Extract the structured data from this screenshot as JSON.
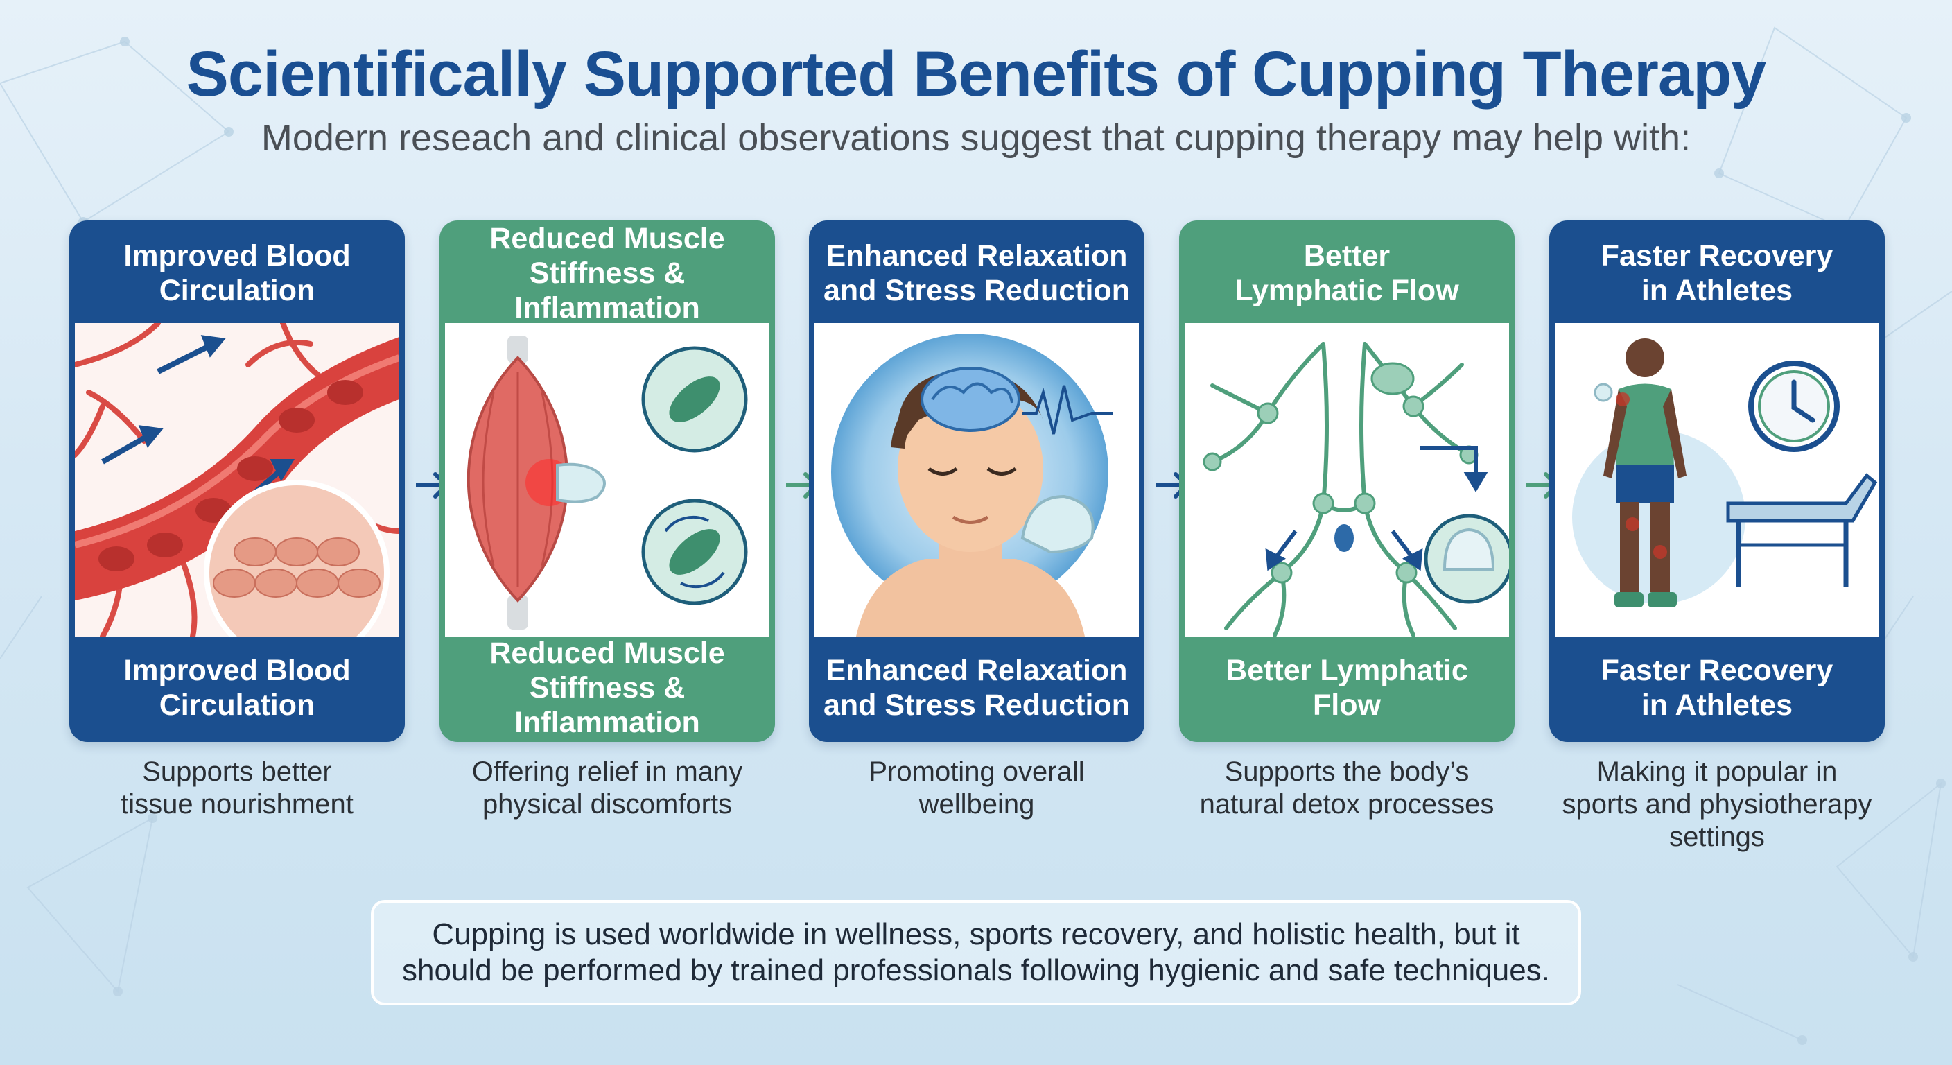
{
  "title": "Scientifically Supported Benefits of Cupping Therapy",
  "subtitle": "Modern reseach and clinical observations suggest that cupping therapy may help with:",
  "colors": {
    "blue": "#1b4f8f",
    "green": "#4f9f7c",
    "title": "#1a4f92"
  },
  "cards": [
    {
      "header": "Improved Blood\nCirculation",
      "footer": "Improved Blood\nCirculation",
      "caption": "Supports better\ntissue nourishment",
      "color": "blue",
      "icon": "blood-vessel-icon"
    },
    {
      "header": "Reduced Muscle\nStiffness & Inflammation",
      "footer": "Reduced Muscle\nStiffness & Inflammation",
      "caption": "Offering relief in many\nphysical discomforts",
      "color": "green",
      "icon": "muscle-cup-icon"
    },
    {
      "header": "Enhanced Relaxation\nand Stress Reduction",
      "footer": "Enhanced Relaxation\nand Stress Reduction",
      "caption": "Promoting overall\nwellbeing",
      "color": "blue",
      "icon": "relaxed-head-icon"
    },
    {
      "header": "Better\nLymphatic Flow",
      "footer": "Better Lymphatic\nFlow",
      "caption": "Supports the body’s\nnatural detox processes",
      "color": "green",
      "icon": "lymphatic-system-icon"
    },
    {
      "header": "Faster Recovery\nin Athletes",
      "footer": "Faster Recovery\nin Athletes",
      "caption": "Making it popular in\nsports and physiotherapy\nsettings",
      "color": "blue",
      "icon": "athlete-recovery-icon"
    }
  ],
  "note": "Cupping is used worldwide in wellness, sports recovery, and holistic health, but it should be performed by trained professionals following hygienic and safe techniques."
}
